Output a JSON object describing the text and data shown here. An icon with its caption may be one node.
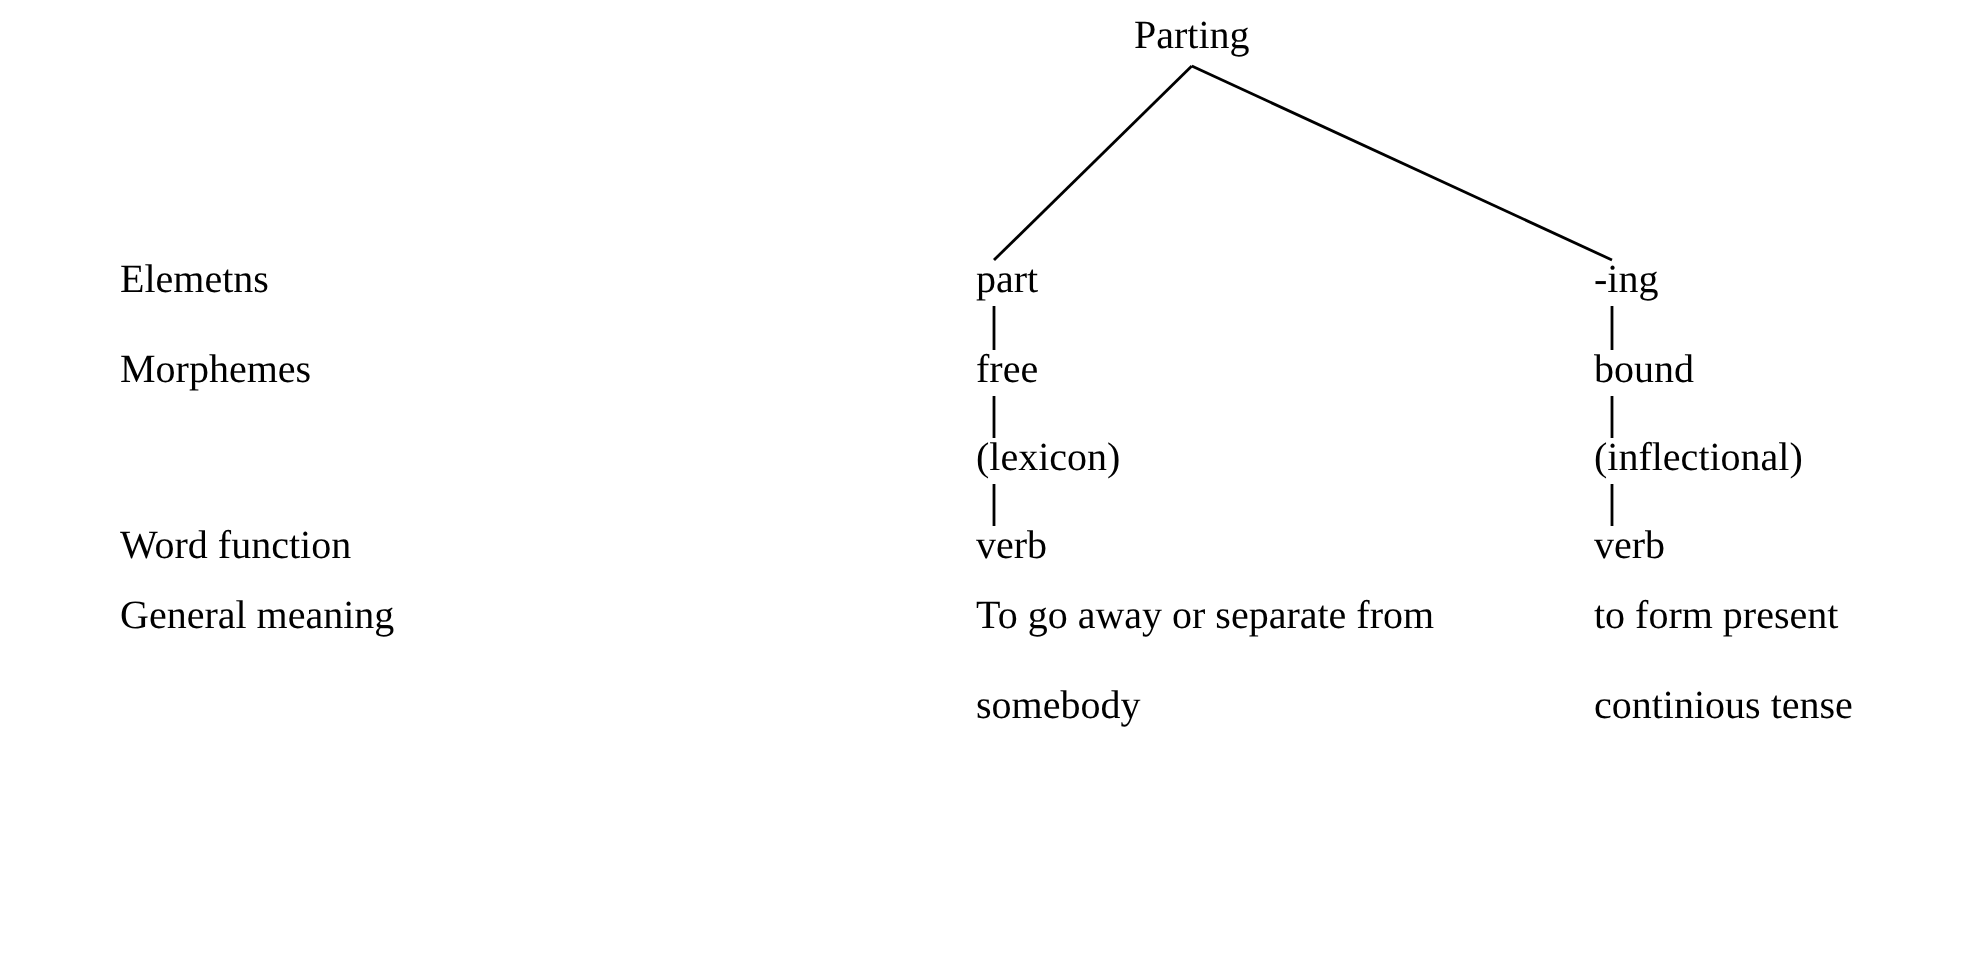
{
  "diagram": {
    "nodes": [
      {
        "text": [
          "Parting"
        ]
      },
      {
        "text": [
          "part"
        ]
      },
      {
        "text": [
          "-ing"
        ]
      },
      {
        "text": [
          "free"
        ]
      },
      {
        "text": [
          "bound"
        ]
      },
      {
        "text": [
          "(lexicon)"
        ]
      },
      {
        "text": [
          "(inflectional)"
        ]
      },
      {
        "text": [
          "verb"
        ]
      },
      {
        "text": [
          "verb"
        ]
      }
    ],
    "edges": [
      {
        "from": 0,
        "to": 1,
        "arrow": "none"
      },
      {
        "from": 0,
        "to": 2,
        "arrow": "none"
      },
      {
        "from": 1,
        "to": 3,
        "arrow": "none"
      },
      {
        "from": 3,
        "to": 5,
        "arrow": "none"
      },
      {
        "from": 5,
        "to": 7,
        "arrow": "none"
      },
      {
        "from": 2,
        "to": 4,
        "arrow": "none"
      },
      {
        "from": 4,
        "to": 6,
        "arrow": "none"
      },
      {
        "from": 6,
        "to": 8,
        "arrow": "none"
      }
    ],
    "labels": [
      "Elemetns",
      "Morphemes",
      "Word function",
      "General meaning",
      "To go away or separate from somebody",
      "to form present continious tense"
    ]
  }
}
